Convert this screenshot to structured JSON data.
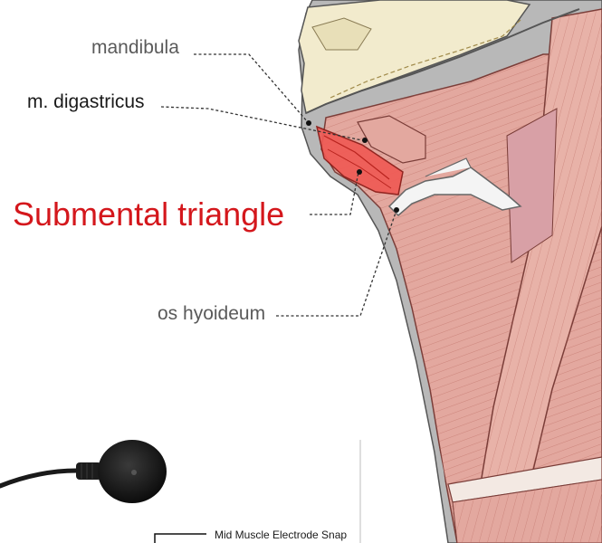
{
  "labels": {
    "mandibula": "mandibula",
    "digastricus": "m. digastricus",
    "submental_triangle": "Submental triangle",
    "hyoid": "os hyoideum",
    "electrode_caption": "Mid Muscle Electrode Snap"
  },
  "colors": {
    "highlight": "#d4171c",
    "muscle": "#e3a89f",
    "bone": "#f2ebcd",
    "electrode": "#161616"
  }
}
